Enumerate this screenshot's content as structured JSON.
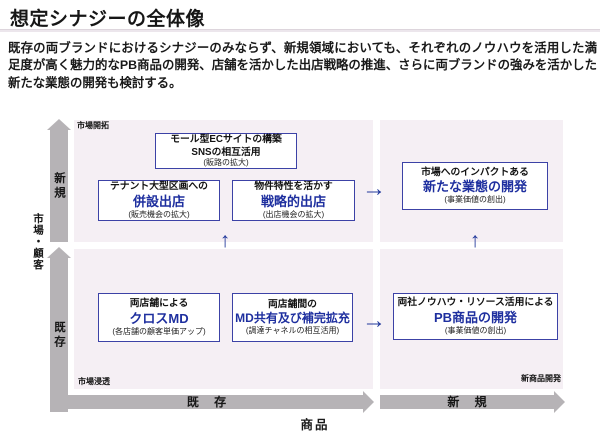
{
  "header": {
    "title": "想定シナジーの全体像",
    "intro": "既存の両ブランドにおけるシナジーのみならず、新規領域においても、それぞれのノウハウを活用した満足度が高く魅力的なPB商品の開発、店舗を活かした出店戦略の推進、さらに両ブランドの強みを活かした新たな業態の開発も検討する。"
  },
  "matrix": {
    "y_axis": {
      "title": "市場・顧客",
      "top_label": "新規",
      "bottom_label": "既存"
    },
    "x_axis": {
      "title": "商品",
      "left_label": "既 存",
      "right_label": "新 規"
    },
    "corners": {
      "top_left": "市場開拓",
      "bottom_left": "市場浸透",
      "bottom_right": "新商品開発"
    },
    "boxes": {
      "ec": {
        "line1": "モール型ECサイトの構築",
        "line2": "SNSの相互活用",
        "note": "(販路の拡大)"
      },
      "tenant": {
        "line1": "テナント大型区画への",
        "highlight": "併設出店",
        "note": "(販売機会の拡大)"
      },
      "strategic": {
        "line1": "物件特性を活かす",
        "highlight": "戦略的出店",
        "note": "(出店機会の拡大)"
      },
      "new_business": {
        "line1": "市場へのインパクトある",
        "highlight": "新たな業態の開発",
        "note": "(事業価値の創出)"
      },
      "cross_md": {
        "line1": "両店舗による",
        "highlight": "クロスMD",
        "note": "(各店舗の顧客単価アップ)"
      },
      "md_share": {
        "line1": "両店舗間の",
        "highlight": "MD共有及び補完拡充",
        "note": "(調達チャネルの相互活用)"
      },
      "pb": {
        "line1": "両社ノウハウ・リソース活用による",
        "highlight": "PB商品の開発",
        "note": "(事業価値の創出)"
      }
    },
    "glyphs": {
      "up_arrow": "↑",
      "right_arrow": "→"
    },
    "colors": {
      "accent_blue": "#1e2f9f",
      "box_border": "#3c42a6",
      "quadrant_bg": "#f5eff4",
      "axis_gray": "#b6b3b6"
    }
  }
}
